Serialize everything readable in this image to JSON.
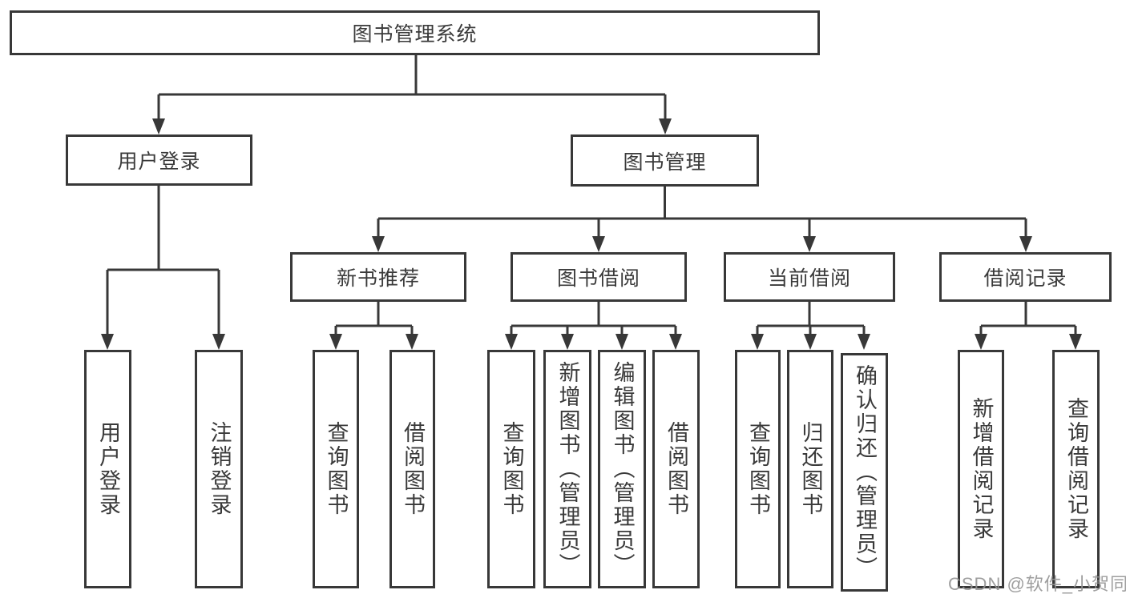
{
  "tree": {
    "label": "图书管理系统",
    "children": [
      {
        "label": "用户登录",
        "children": [
          {
            "label": "用户登录"
          },
          {
            "label": "注销登录"
          }
        ]
      },
      {
        "label": "图书管理",
        "children": [
          {
            "label": "新书推荐",
            "children": [
              {
                "label": "查询图书"
              },
              {
                "label": "借阅图书"
              }
            ]
          },
          {
            "label": "图书借阅",
            "children": [
              {
                "label": "查询图书"
              },
              {
                "label": "新增图书（管理员）"
              },
              {
                "label": "编辑图书（管理员）"
              },
              {
                "label": "借阅图书"
              }
            ]
          },
          {
            "label": "当前借阅",
            "children": [
              {
                "label": "查询图书"
              },
              {
                "label": "归还图书"
              },
              {
                "label": "确认归还（管理员）"
              }
            ]
          },
          {
            "label": "借阅记录",
            "children": [
              {
                "label": "新增借阅记录"
              },
              {
                "label": "查询借阅记录"
              }
            ]
          }
        ]
      }
    ]
  },
  "watermark": {
    "text": "CSDN @软件_小贺同学"
  },
  "colors": {
    "line": "#383838",
    "box_border": "#383838",
    "box_fill": "#ffffff",
    "text": "#3a3a3a",
    "watermark": "#949494",
    "background": "#ffffff"
  }
}
